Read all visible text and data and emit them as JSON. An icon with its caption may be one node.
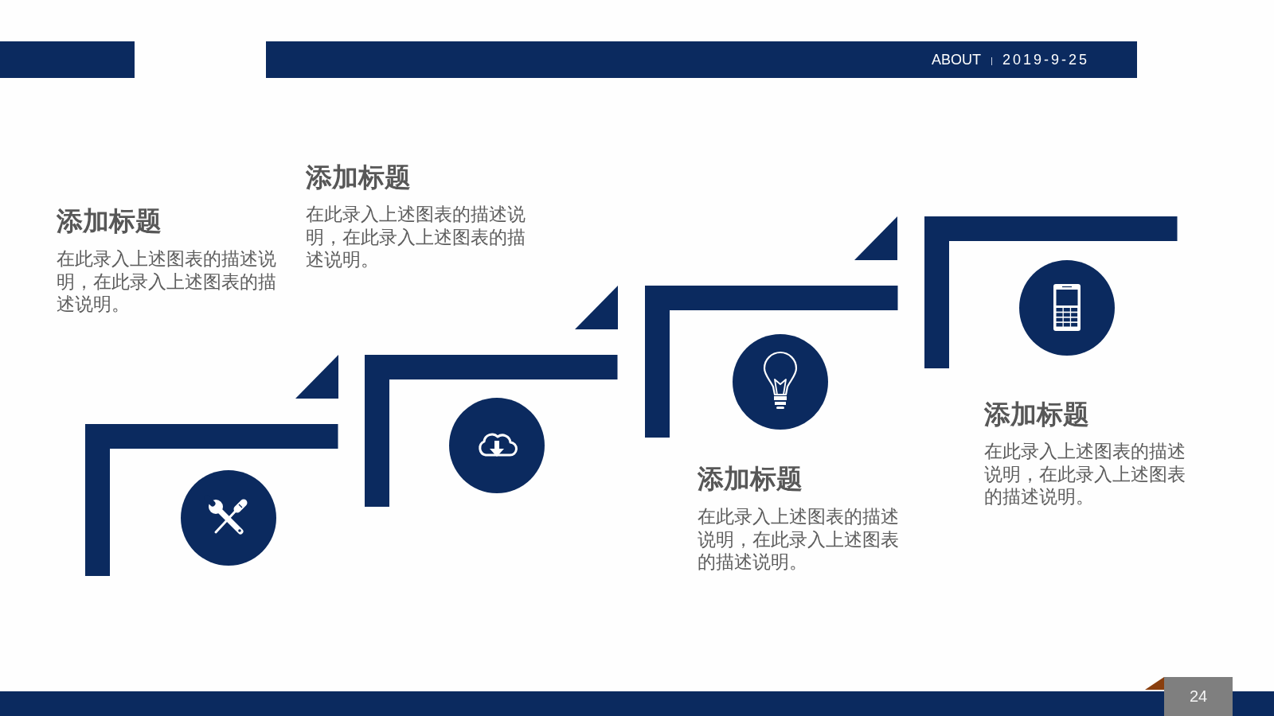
{
  "diagram": {
    "nodes": [
      {
        "text": [],
        "shape": "bracket"
      },
      {
        "text": [],
        "shape": "bracket"
      },
      {
        "text": [],
        "shape": "bracket"
      },
      {
        "text": [],
        "shape": "bracket"
      }
    ],
    "labels": [
      "ABOUT",
      "2019-9-25",
      "添加标题",
      "在此录入上述图表的描述说明，在此录入上述图表的描述说明。",
      "添加标题",
      "在此录入上述图表的描述说明，在此录入上述图表的描述说明。",
      "添加标题",
      "在此录入上述图表的描述说明，在此录入上述图表的描述说明。",
      "添加标题",
      "在此录入上述图表的描述说明，在此录入上述图表的描述说明。",
      "24"
    ]
  }
}
